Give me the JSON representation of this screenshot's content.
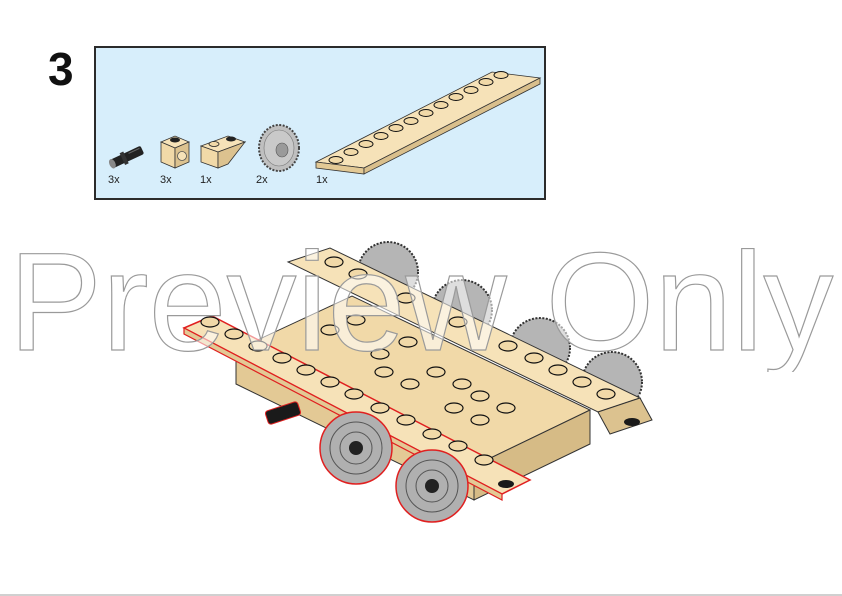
{
  "step": {
    "number": "3"
  },
  "parts_list": {
    "background": "#d7eefb",
    "items": [
      {
        "name": "technic-pin-with-friction",
        "color": "black",
        "quantity": "3x"
      },
      {
        "name": "technic-brick-1x1-with-hole",
        "color": "tan",
        "quantity": "3x"
      },
      {
        "name": "slope-inverted-2x1",
        "color": "tan",
        "quantity": "1x"
      },
      {
        "name": "gear-24-tooth",
        "color": "light-gray",
        "quantity": "2x"
      },
      {
        "name": "plate-1x12",
        "color": "tan",
        "quantity": "1x"
      }
    ]
  },
  "model": {
    "description": "Tan chassis assembly with four gray gear wheels",
    "colors": {
      "tan": "#f1d9a8",
      "tan_shadow": "#d9bf8c",
      "gray": "#a8a8a8",
      "black": "#1a1a1a",
      "highlight": "#e02020"
    }
  },
  "watermark": {
    "text": "Preview Only"
  }
}
